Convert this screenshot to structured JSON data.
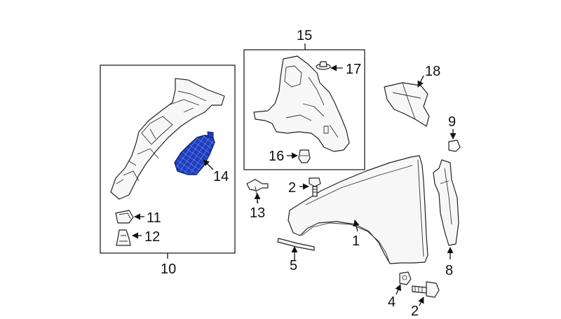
{
  "callouts": {
    "c1": "1",
    "c2a": "2",
    "c2b": "2",
    "c4": "4",
    "c5": "5",
    "c8": "8",
    "c9": "9",
    "c10": "10",
    "c11": "11",
    "c12": "12",
    "c13": "13",
    "c14": "14",
    "c15": "15",
    "c16": "16",
    "c17": "17",
    "c18": "18"
  },
  "colors": {
    "highlight": "#1f3fbf",
    "line": "#222222",
    "background": "#ffffff"
  }
}
